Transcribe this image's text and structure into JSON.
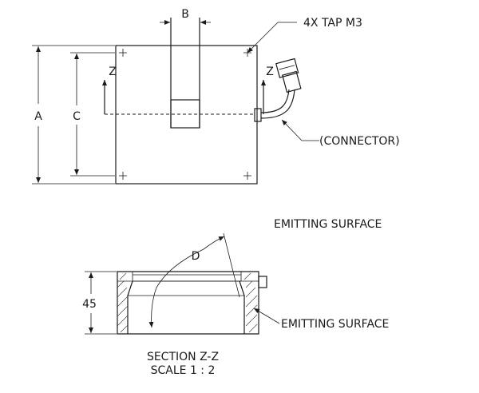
{
  "top_view": {
    "dim_a": "A",
    "dim_b": "B",
    "dim_c": "C",
    "tap_note": "4X TAP M3",
    "section_mark_left": "Z",
    "section_mark_right": "Z",
    "connector_note": "(CONNECTOR)"
  },
  "emitting_surface_label": "EMITTING SURFACE",
  "section_view": {
    "dim_d": "D",
    "dim_height": "45",
    "emitting_surface_note": "EMITTING SURFACE",
    "caption_title": "SECTION Z-Z",
    "caption_scale": "SCALE 1 : 2"
  }
}
